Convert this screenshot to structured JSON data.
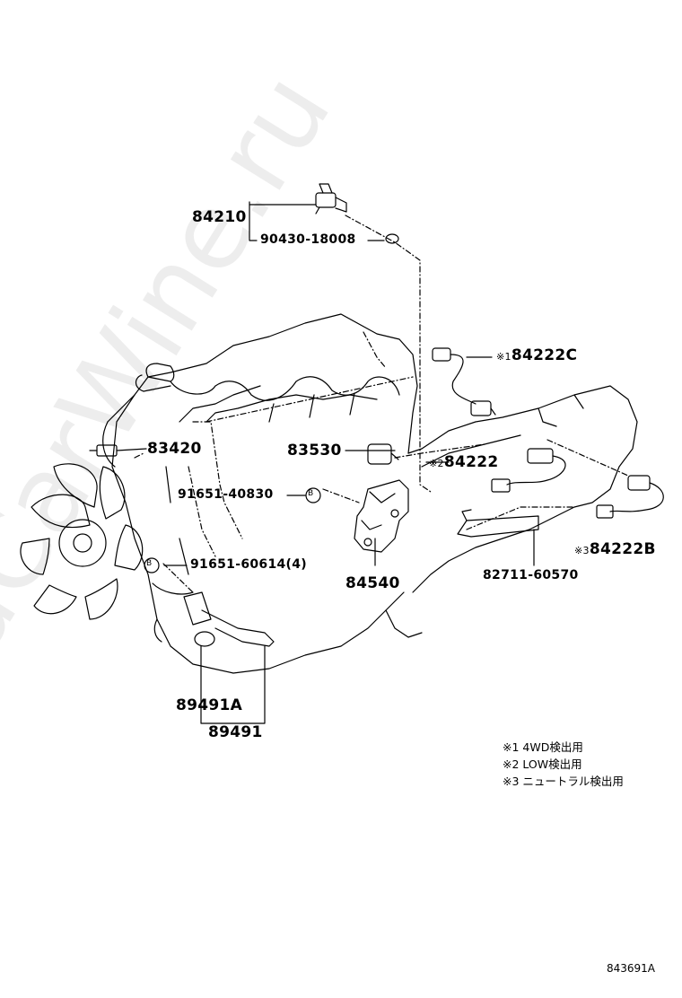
{
  "parts": {
    "p84210": "84210",
    "p90430": "90430-18008",
    "p84222C": "84222C",
    "p83420": "83420",
    "p83530": "83530",
    "p84222": "84222",
    "p91651_40830": "91651-40830",
    "p91651_60614": "91651-60614(4)",
    "p84540": "84540",
    "p82711": "82711-60570",
    "p84222B": "84222B",
    "p89491A": "89491A",
    "p89491": "89491"
  },
  "marks": {
    "m1": "※1",
    "m2": "※2",
    "m3": "※3",
    "bolt": "B"
  },
  "notes": {
    "n1": "※1 4WD検出用",
    "n2": "※2 LOW検出用",
    "n3": "※3 ニュートラル検出用"
  },
  "figure_code": "843691A",
  "watermark": "ToyotaCarWine.ru"
}
